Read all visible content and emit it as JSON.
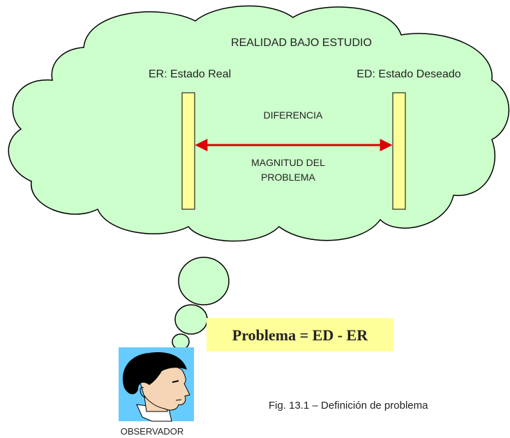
{
  "diagram": {
    "cloud_title": "REALIDAD BAJO ESTUDIO",
    "real_state_label": "ER: Estado Real",
    "desired_state_label": "ED: Estado Deseado",
    "difference_label": "DIFERENCIA",
    "magnitude_line1": "MAGNITUD DEL",
    "magnitude_line2": "PROBLEMA",
    "formula": "Problema = ED - ER",
    "observer_label": "OBSERVADOR",
    "caption": "Fig. 13.1 – Definición de problema"
  },
  "colors": {
    "cloud_fill": "#ccffcc",
    "cloud_outline": "#000000",
    "bar_fill": "#ffff99",
    "arrow": "#dd0000",
    "formula_box": "#ffff99",
    "portrait_background": "#66ccff",
    "hair": "#000000",
    "skin": "#f5d5b5"
  },
  "icons": {
    "observer": "person-head-icon"
  }
}
